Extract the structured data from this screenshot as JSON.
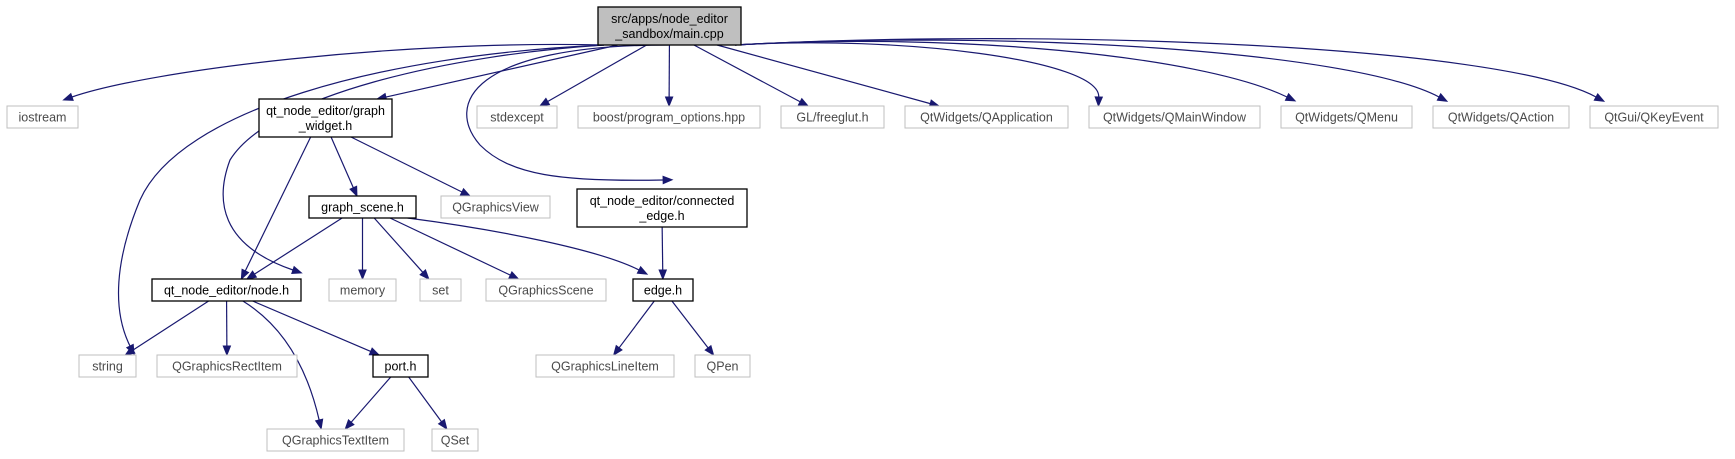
{
  "colors": {
    "edge": "#191970",
    "root_fill": "#bfbfbf",
    "external_border": "#bfbfbf",
    "documented_border": "#000000"
  },
  "nodes": {
    "main_cpp": {
      "lines": [
        "src/apps/node_editor",
        "_sandbox/main.cpp"
      ],
      "kind": "root"
    },
    "iostream": {
      "lines": [
        "iostream"
      ],
      "kind": "external"
    },
    "string": {
      "lines": [
        "string"
      ],
      "kind": "external"
    },
    "graph_widget_h": {
      "lines": [
        "qt_node_editor/graph",
        "_widget.h"
      ],
      "kind": "documented"
    },
    "stdexcept": {
      "lines": [
        "stdexcept"
      ],
      "kind": "external"
    },
    "boost_program_options": {
      "lines": [
        "boost/program_options.hpp"
      ],
      "kind": "external"
    },
    "gl_freeglut": {
      "lines": [
        "GL/freeglut.h"
      ],
      "kind": "external"
    },
    "qapplication": {
      "lines": [
        "QtWidgets/QApplication"
      ],
      "kind": "external"
    },
    "qmainwindow": {
      "lines": [
        "QtWidgets/QMainWindow"
      ],
      "kind": "external"
    },
    "qmenu": {
      "lines": [
        "QtWidgets/QMenu"
      ],
      "kind": "external"
    },
    "qaction": {
      "lines": [
        "QtWidgets/QAction"
      ],
      "kind": "external"
    },
    "qkeyevent": {
      "lines": [
        "QtGui/QKeyEvent"
      ],
      "kind": "external"
    },
    "graph_scene_h": {
      "lines": [
        "graph_scene.h"
      ],
      "kind": "documented"
    },
    "qgraphicsview": {
      "lines": [
        "QGraphicsView"
      ],
      "kind": "external"
    },
    "connected_edge_h": {
      "lines": [
        "qt_node_editor/connected",
        "_edge.h"
      ],
      "kind": "documented"
    },
    "node_h": {
      "lines": [
        "qt_node_editor/node.h"
      ],
      "kind": "documented"
    },
    "memory": {
      "lines": [
        "memory"
      ],
      "kind": "external"
    },
    "set": {
      "lines": [
        "set"
      ],
      "kind": "external"
    },
    "qgraphicsscene": {
      "lines": [
        "QGraphicsScene"
      ],
      "kind": "external"
    },
    "edge_h": {
      "lines": [
        "edge.h"
      ],
      "kind": "documented"
    },
    "qgraphicsrectitem": {
      "lines": [
        "QGraphicsRectItem"
      ],
      "kind": "external"
    },
    "port_h": {
      "lines": [
        "port.h"
      ],
      "kind": "documented"
    },
    "qgraphicslineitem": {
      "lines": [
        "QGraphicsLineItem"
      ],
      "kind": "external"
    },
    "qpen": {
      "lines": [
        "QPen"
      ],
      "kind": "external"
    },
    "qgraphicstextitem": {
      "lines": [
        "QGraphicsTextItem"
      ],
      "kind": "external"
    },
    "qset": {
      "lines": [
        "QSet"
      ],
      "kind": "external"
    }
  },
  "edges": [
    [
      "main_cpp",
      "iostream"
    ],
    [
      "main_cpp",
      "string"
    ],
    [
      "main_cpp",
      "graph_widget_h"
    ],
    [
      "main_cpp",
      "node_h"
    ],
    [
      "main_cpp",
      "stdexcept"
    ],
    [
      "main_cpp",
      "boost_program_options"
    ],
    [
      "main_cpp",
      "gl_freeglut"
    ],
    [
      "main_cpp",
      "qapplication"
    ],
    [
      "main_cpp",
      "qmainwindow"
    ],
    [
      "main_cpp",
      "qmenu"
    ],
    [
      "main_cpp",
      "qaction"
    ],
    [
      "main_cpp",
      "qkeyevent"
    ],
    [
      "main_cpp",
      "connected_edge_h"
    ],
    [
      "graph_widget_h",
      "graph_scene_h"
    ],
    [
      "graph_widget_h",
      "qgraphicsview"
    ],
    [
      "graph_widget_h",
      "node_h"
    ],
    [
      "graph_scene_h",
      "node_h"
    ],
    [
      "graph_scene_h",
      "memory"
    ],
    [
      "graph_scene_h",
      "set"
    ],
    [
      "graph_scene_h",
      "qgraphicsscene"
    ],
    [
      "graph_scene_h",
      "edge_h"
    ],
    [
      "connected_edge_h",
      "edge_h"
    ],
    [
      "node_h",
      "string"
    ],
    [
      "node_h",
      "qgraphicsrectitem"
    ],
    [
      "node_h",
      "port_h"
    ],
    [
      "node_h",
      "qgraphicstextitem"
    ],
    [
      "edge_h",
      "qgraphicslineitem"
    ],
    [
      "edge_h",
      "qpen"
    ],
    [
      "port_h",
      "qgraphicstextitem"
    ],
    [
      "port_h",
      "qset"
    ]
  ]
}
